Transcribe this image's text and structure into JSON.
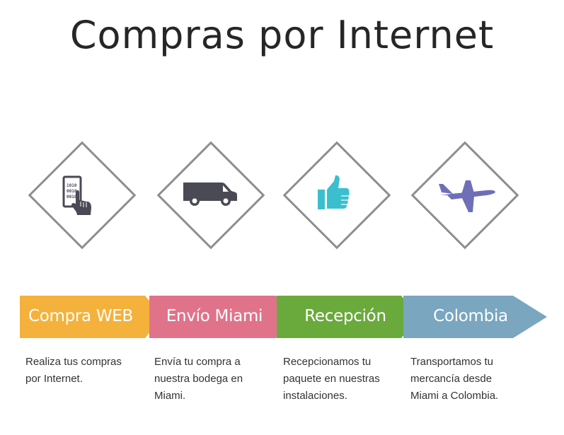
{
  "title": "Compras por Internet",
  "colors": {
    "step1": "#f4b23c",
    "step2": "#e0738a",
    "step3": "#6aaa3c",
    "step4": "#7aa6bf",
    "icon_dark": "#4a4a55",
    "icon_teal": "#3bbfcf",
    "icon_purple": "#6f6fb8"
  },
  "steps": [
    {
      "label": "Compra WEB",
      "icon": "touch-tablet-icon",
      "description": "Realiza tus compras por Internet."
    },
    {
      "label": "Envío Miami",
      "icon": "delivery-van-icon",
      "description": "Envía tu compra a nuestra bodega en Miami."
    },
    {
      "label": "Recepción",
      "icon": "thumbs-up-icon",
      "description": "Recepcionamos tu paquete en nuestras instalaciones."
    },
    {
      "label": "Colombia",
      "icon": "airplane-icon",
      "description": "Transportamos tu mercancía desde Miami a Colombia."
    }
  ]
}
